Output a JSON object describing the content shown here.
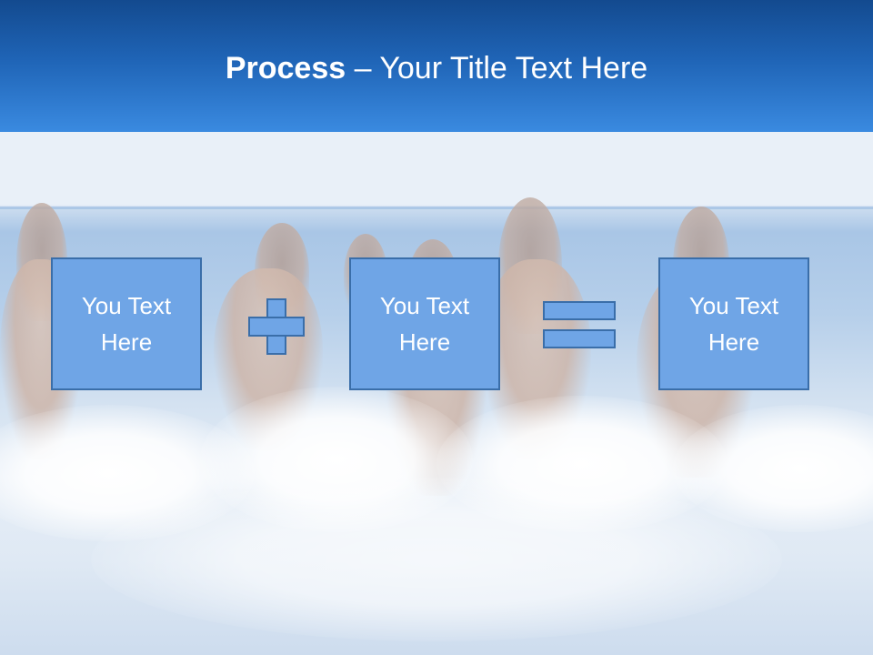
{
  "slide": {
    "title_bold": "Process",
    "title_rest": " – Your Title Text Here"
  },
  "process": {
    "boxes": [
      {
        "line1": "You Text",
        "line2": "Here"
      },
      {
        "line1": "You Text",
        "line2": "Here"
      },
      {
        "line1": "You Text",
        "line2": "Here"
      }
    ],
    "operators": [
      "plus-icon",
      "equals-icon"
    ]
  },
  "colors": {
    "header_dark": "#134a8f",
    "header_light": "#3a8ae0",
    "box_fill": "#6fa5e6",
    "box_border": "#3a6ea9",
    "text": "#ffffff"
  }
}
